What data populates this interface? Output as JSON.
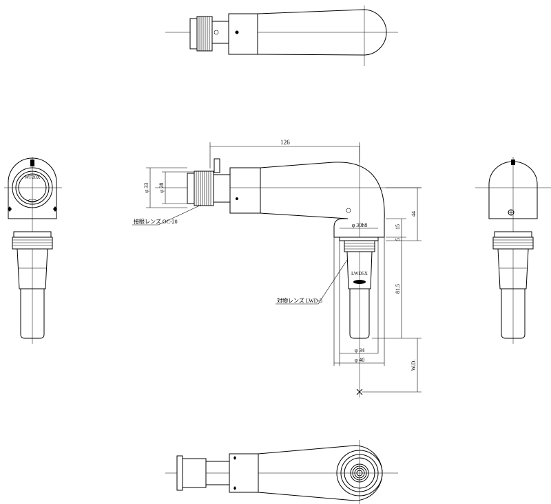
{
  "dimensions": {
    "overall_length": "126",
    "dia_33": "φ 33",
    "dia_28": "φ 28",
    "drop_44": "44",
    "len_15": "15",
    "len_5": "5",
    "len_81_5": "81.5",
    "dia_30h8": "φ 30h8",
    "dia_34": "φ 34",
    "dia_40": "φ 40",
    "wd": "W.D."
  },
  "labels": {
    "eyepiece": "接眼レンズ OC-20",
    "objective": "対物レンズ LWD-5",
    "eyepiece_marking": "WF20X",
    "objective_marking": "LWD5X"
  }
}
